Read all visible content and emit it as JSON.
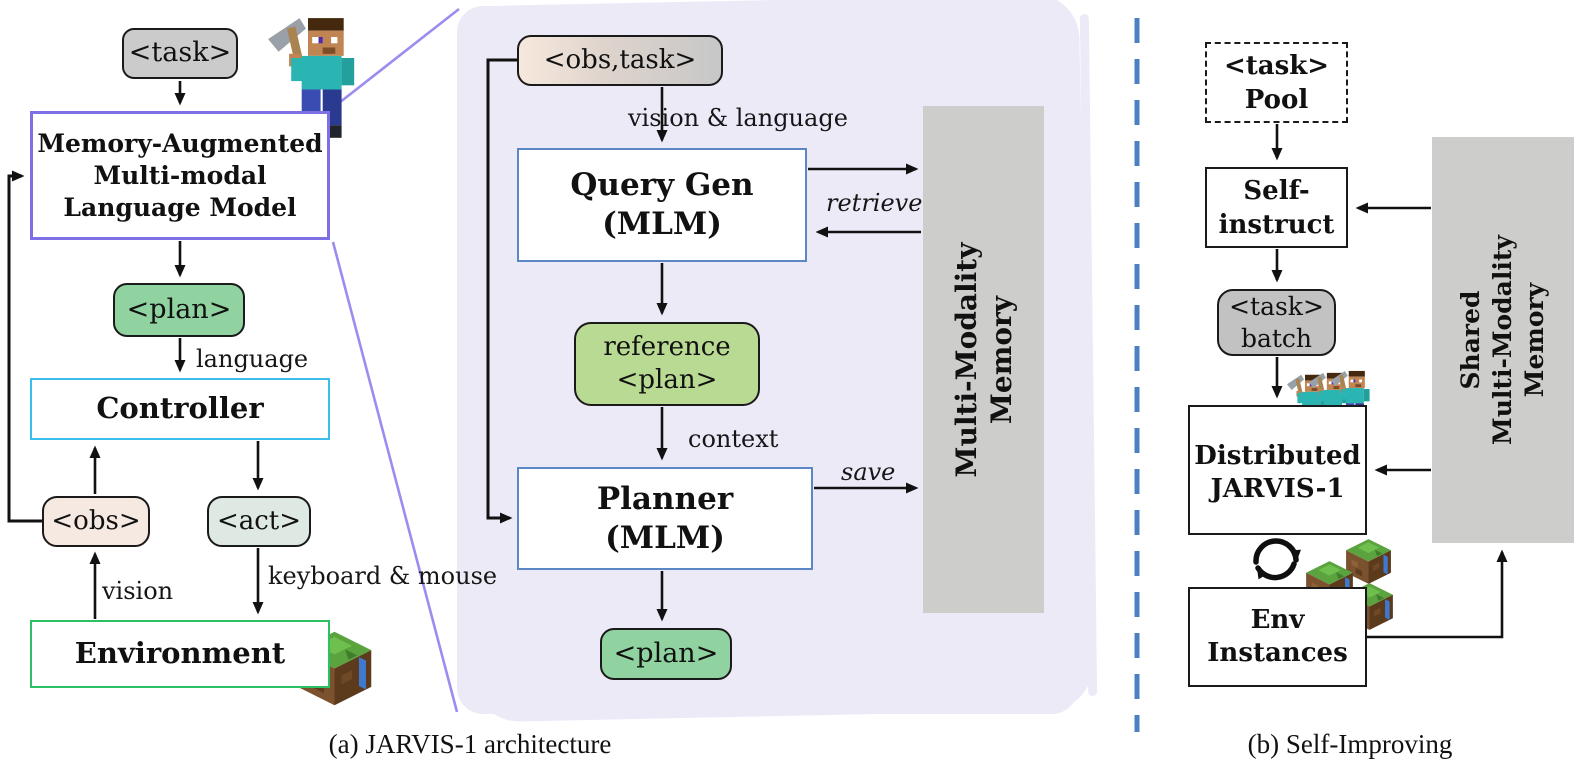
{
  "panel_a": {
    "caption": "(a) JARVIS-1 architecture",
    "task_label": "<task>",
    "malm_lines": [
      "Memory-Augmented",
      "Multi-modal",
      "Language Model"
    ],
    "plan_label": "<plan>",
    "controller_label": "Controller",
    "obs_label": "<obs>",
    "act_label": "<act>",
    "environment_label": "Environment",
    "edge_labels": {
      "language": "language",
      "vision": "vision",
      "keyboard_mouse_lines": [
        "keyboard",
        "& mouse"
      ]
    }
  },
  "panel_zoom": {
    "obs_task_label": "<obs,task>",
    "query_gen_lines": [
      "Query Gen",
      "(MLM)"
    ],
    "reference_plan_lines": [
      "reference",
      "<plan>"
    ],
    "planner_lines": [
      "Planner",
      "(MLM)"
    ],
    "plan_label": "<plan>",
    "memory_lines": [
      "Multi-Modality",
      "Memory"
    ],
    "edge_labels": {
      "vision_language": "vision & language",
      "retrieve": "retrieve",
      "context": "context",
      "save": "save"
    }
  },
  "panel_b": {
    "caption": "(b) Self-Improving",
    "task_pool_lines": [
      "<task>",
      "Pool"
    ],
    "self_instruct_lines": [
      "Self-",
      "instruct"
    ],
    "task_batch_lines": [
      "<task>",
      "batch"
    ],
    "distributed_lines": [
      "Distributed",
      "JARVIS-1"
    ],
    "env_instances_lines": [
      "Env",
      "Instances"
    ],
    "shared_memory_lines": [
      "Shared",
      "Multi-Modality",
      "Memory"
    ]
  },
  "icons": {
    "agent": "minecraft-steve-icon",
    "world": "minecraft-world-cube-icon",
    "loop": "cycle-arrows-icon"
  },
  "colors": {
    "malm_border_purple": "#7d6fe4",
    "zoom_panel_lavender": "#edeaf8",
    "zoom_connector_purple": "#9b8df0",
    "controller_border_cyan": "#3bbfea",
    "environment_border_green": "#2bc162",
    "plan_green": "#90d3a1",
    "reference_plan_green": "#b9da92",
    "obs_pink": "#f6e9e2",
    "act_pale_green": "#dfe9e3",
    "node_gray": "#cbcbcb",
    "memory_gray": "#cdcdcb",
    "mlm_border_blue": "#5b87c7",
    "divider_dashed_blue": "#4c80c2",
    "arrow_black": "#111111"
  }
}
